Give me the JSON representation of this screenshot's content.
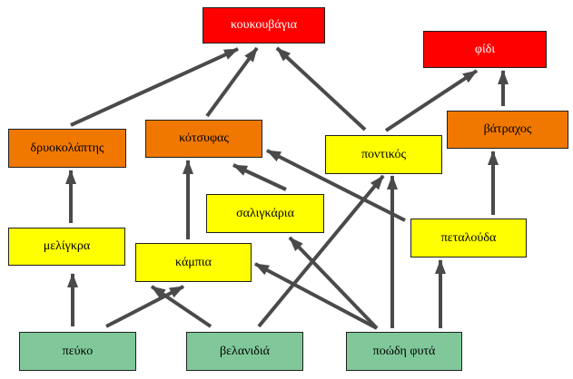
{
  "diagram": {
    "nodes": [
      {
        "id": "n-owl",
        "label": "κουκουβάγια",
        "level": "red"
      },
      {
        "id": "n-snake",
        "label": "φίδι",
        "level": "red"
      },
      {
        "id": "n-wood",
        "label": "δρυοκολάπτης",
        "level": "orange"
      },
      {
        "id": "n-black",
        "label": "κότσυφας",
        "level": "orange"
      },
      {
        "id": "n-squir",
        "label": "ποντικός",
        "level": "yellow"
      },
      {
        "id": "n-frog",
        "label": "βάτραχος",
        "level": "orange"
      },
      {
        "id": "n-snail",
        "label": "σαλιγκάρια",
        "level": "yellow"
      },
      {
        "id": "n-bee",
        "label": "μελίγκρα",
        "level": "yellow"
      },
      {
        "id": "n-cater",
        "label": "κάμπια",
        "level": "yellow"
      },
      {
        "id": "n-butter",
        "label": "πεταλούδα",
        "level": "yellow"
      },
      {
        "id": "n-pine",
        "label": "πεύκο",
        "level": "green"
      },
      {
        "id": "n-oak",
        "label": "βελανιδιά",
        "level": "green"
      },
      {
        "id": "n-grass",
        "label": "ποώδη φυτά",
        "level": "green"
      }
    ],
    "edges": [
      {
        "from": "πεύκο",
        "to": "μελίγκρα"
      },
      {
        "from": "πεύκο",
        "to": "κάμπια"
      },
      {
        "from": "βελανιδιά",
        "to": "κάμπια"
      },
      {
        "from": "βελανιδιά",
        "to": "ποντικός"
      },
      {
        "from": "ποώδη φυτά",
        "to": "κάμπια"
      },
      {
        "from": "ποώδη φυτά",
        "to": "σαλιγκάρια"
      },
      {
        "from": "ποώδη φυτά",
        "to": "ποντικός"
      },
      {
        "from": "ποώδη φυτά",
        "to": "πεταλούδα"
      },
      {
        "from": "μελίγκρα",
        "to": "δρυοκολάπτης"
      },
      {
        "from": "κάμπια",
        "to": "κότσυφας"
      },
      {
        "from": "σαλιγκάρια",
        "to": "κότσυφας"
      },
      {
        "from": "πεταλούδα",
        "to": "κότσυφας"
      },
      {
        "from": "πεταλούδα",
        "to": "βάτραχος"
      },
      {
        "from": "βάτραχος",
        "to": "φίδι"
      },
      {
        "from": "ποντικός",
        "to": "φίδι"
      },
      {
        "from": "ποντικός",
        "to": "κουκουβάγια"
      },
      {
        "from": "δρυοκολάπτης",
        "to": "κουκουβάγια"
      },
      {
        "from": "κότσυφας",
        "to": "κουκουβάγια"
      }
    ],
    "colors": {
      "red": "#ff0000",
      "orange": "#f07800",
      "yellow": "#ffff00",
      "green": "#80c89a",
      "arrow": "#4a4a4a"
    }
  }
}
